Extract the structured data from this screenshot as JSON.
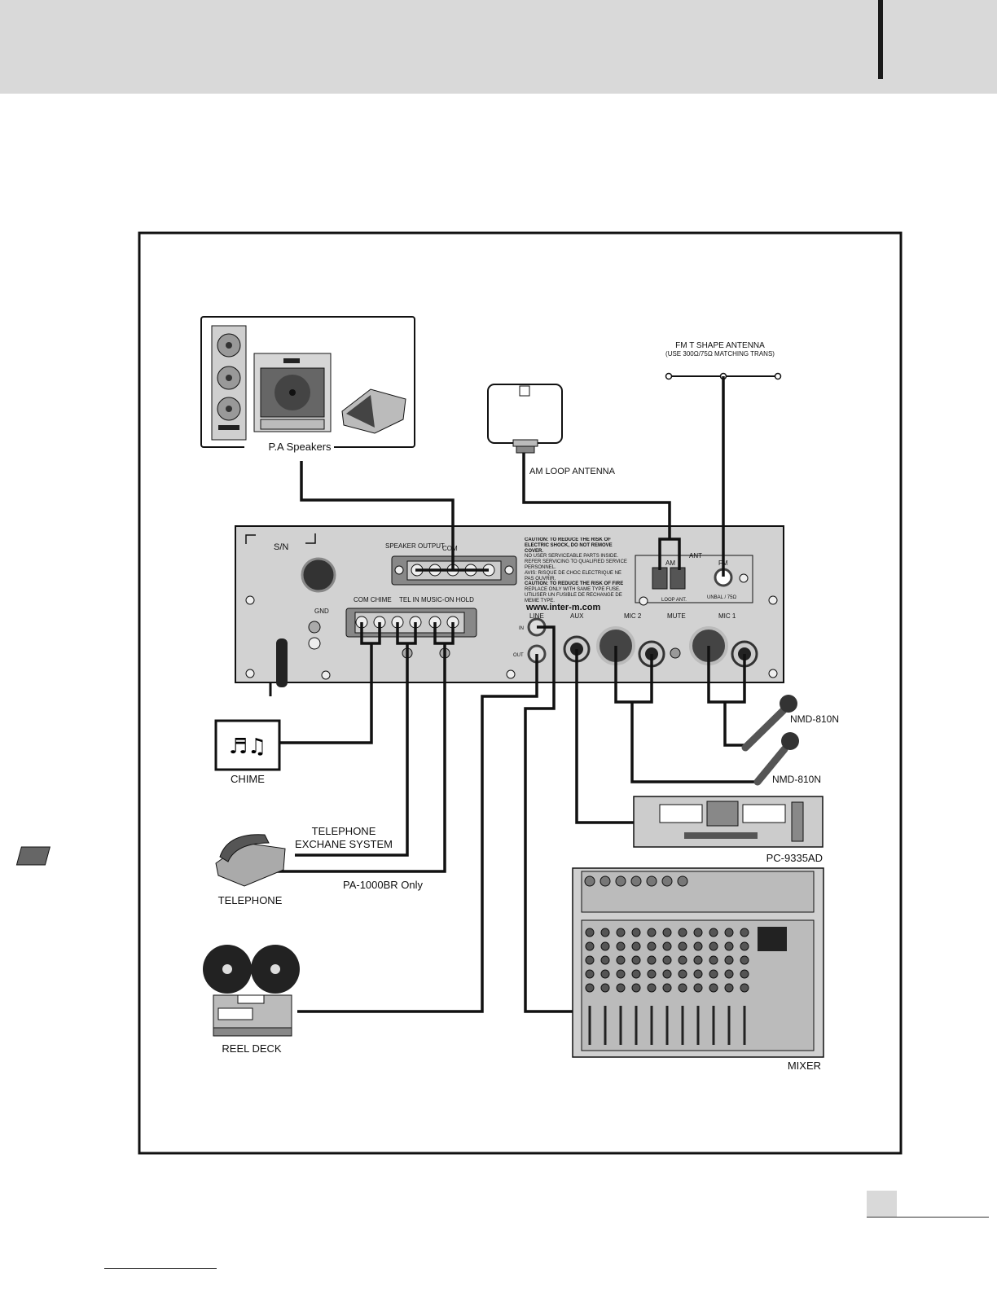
{
  "labels": {
    "pa_speakers": "P.A Speakers",
    "am_loop_antenna": "AM LOOP ANTENNA",
    "fm_antenna_title": "FM T SHAPE ANTENNA",
    "fm_antenna_note": "(USE 300Ω/75Ω MATCHING TRANS)",
    "chime": "CHIME",
    "telephone_exchange_line1": "TELEPHONE",
    "telephone_exchange_line2": "EXCHANE SYSTEM",
    "telephone": "TELEPHONE",
    "pa1000br_only": "PA-1000BR Only",
    "reel_deck": "REEL DECK",
    "mic_1": "NMD-810N",
    "mic_2": "NMD-810N",
    "cassette_deck": "PC-9335AD",
    "mixer": "MIXER"
  },
  "panel": {
    "sn": "S/N",
    "speaker_output": "SPEAKER OUTPUT",
    "com": "COM",
    "com_chime": "COM CHIME",
    "tel_in": "TEL IN",
    "music_on_hold": "MUSIC-ON HOLD",
    "gnd": "GND",
    "line": "LINE",
    "in": "IN",
    "out": "OUT",
    "aux": "AUX",
    "mic2": "MIC 2",
    "mute": "MUTE",
    "mic1": "MIC 1",
    "ant": "ANT",
    "am": "AM",
    "fm": "FM",
    "loop_ant": "LOOP ANT.",
    "unbal": "UNBAL / 75Ω",
    "caution1": "CAUTION: TO REDUCE THE RISK OF ELECTRIC SHOCK, DO NOT REMOVE COVER.",
    "caution1b": "NO USER SERVICEABLE PARTS INSIDE.",
    "caution1c": "REFER SERVICING TO QUALIFIED SERVICE PERSONNEL.",
    "avis": "AVIS: RISQUE DE CHOC ELECTRIQUE NE PAS OUVRIR.",
    "caution2": "CAUTION: TO REDUCE THE RISK OF FIRE",
    "caution2b": "REPLACE ONLY WITH SAME TYPE FUSE.",
    "caution2c": "UTILISER UN FUSIBLE DE RECHANGE DE MEME TYPE.",
    "website": "www.inter-m.com"
  }
}
